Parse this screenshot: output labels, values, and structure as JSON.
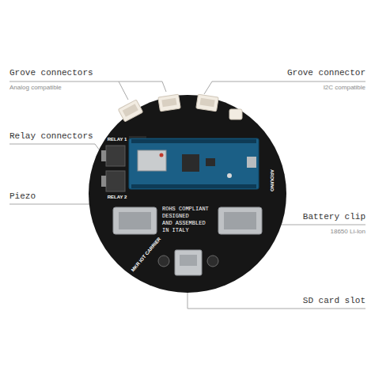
{
  "diagram": {
    "labels": [
      "Grove connectors",
      "Analog compatible",
      "Grove connector",
      "I2C compatible",
      "Relay connectors",
      "Piezo",
      "Battery clip",
      "18650 Li-Ion",
      "SD card slot",
      "RELAY 1",
      "RELAY 2",
      "ROHS COMPLIANT",
      "DESIGNED",
      "AND ASSEMBLED",
      "IN ITALY",
      "MKR IOT CARRIER",
      "ARDUINO"
    ]
  }
}
